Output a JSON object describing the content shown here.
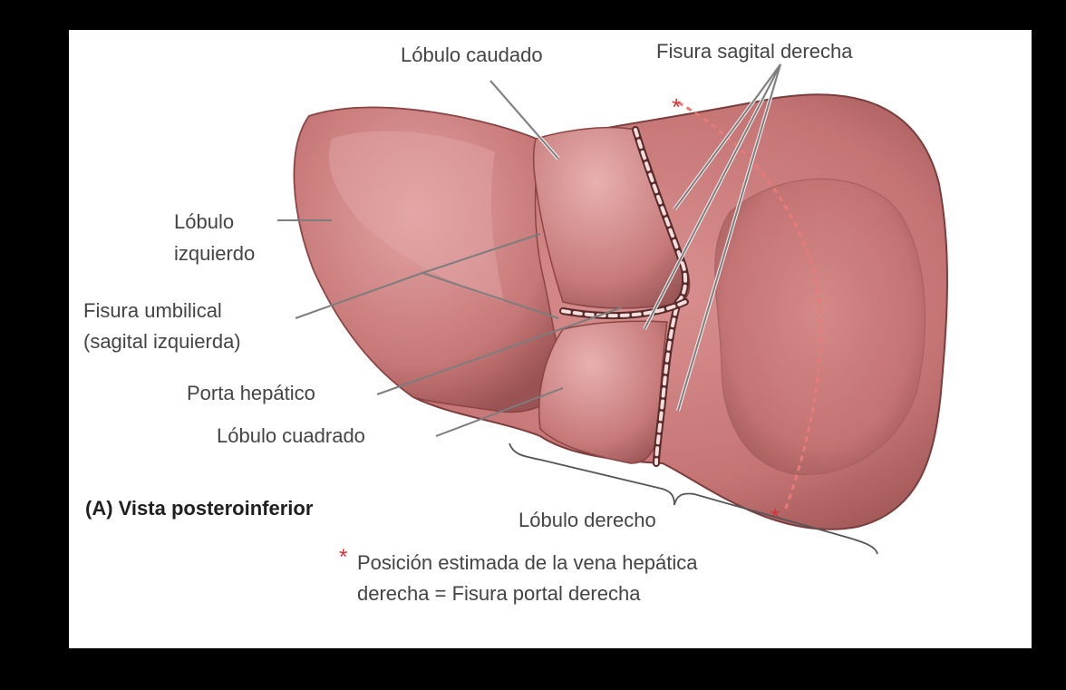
{
  "colors": {
    "frame": "#000000",
    "panel": "#ffffff",
    "liver": "#c87777",
    "liver_dark": "#8e4848",
    "fissure_dashes": "#f4dede",
    "leader_lines": "#7d7d7d",
    "marker_red": "#d0333c"
  },
  "labels": {
    "caudate_lobe": "Lóbulo caudado",
    "right_sagittal_fissure": "Fisura sagital derecha",
    "left_lobe_line1": "Lóbulo",
    "left_lobe_line2": "izquierdo",
    "umbilical_fissure_line1": "Fisura umbilical",
    "umbilical_fissure_line2": "(sagital izquierda)",
    "porta_hepatis": "Porta hepático",
    "quadrate_lobe": "Lóbulo cuadrado",
    "view_title": "(A) Vista posteroinferior",
    "right_lobe": "Lóbulo derecho",
    "note_star": "*",
    "note_line1": "Posición estimada de la vena hepática",
    "note_line2": "derecha = Fisura portal derecha"
  },
  "markers": {
    "top_star": "*",
    "bottom_star": "*"
  }
}
